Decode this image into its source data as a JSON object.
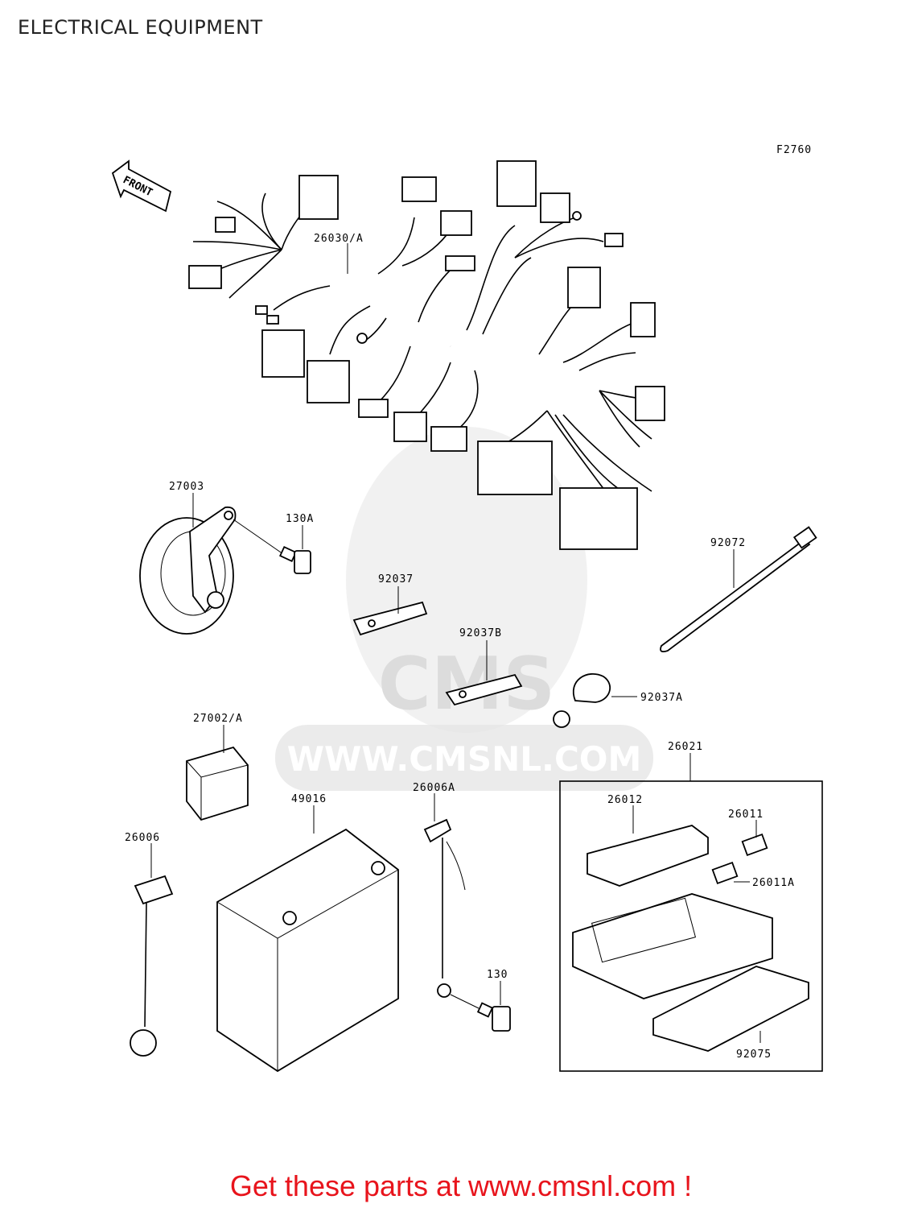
{
  "page": {
    "title": "ELECTRICAL EQUIPMENT",
    "figure_code": "F2760",
    "front_arrow_label": "FRONT",
    "footer": "Get these parts at www.cmsnl.com !",
    "watermark_text": "WWW.CMSNL.COM",
    "watermark_logo": "CMS",
    "footer_color": "#e8141c"
  },
  "parts": [
    {
      "id": "label-26030a",
      "text": "26030/A"
    },
    {
      "id": "label-27003",
      "text": "27003"
    },
    {
      "id": "label-130a",
      "text": "130A"
    },
    {
      "id": "label-92072",
      "text": "92072"
    },
    {
      "id": "label-92037",
      "text": "92037"
    },
    {
      "id": "label-92037b",
      "text": "92037B"
    },
    {
      "id": "label-92037a",
      "text": "92037A"
    },
    {
      "id": "label-27002a",
      "text": "27002/A"
    },
    {
      "id": "label-26021",
      "text": "26021"
    },
    {
      "id": "label-26012",
      "text": "26012"
    },
    {
      "id": "label-26011",
      "text": "26011"
    },
    {
      "id": "label-26011a",
      "text": "26011A"
    },
    {
      "id": "label-49016",
      "text": "49016"
    },
    {
      "id": "label-26006a",
      "text": "26006A"
    },
    {
      "id": "label-26006",
      "text": "26006"
    },
    {
      "id": "label-130",
      "text": "130"
    },
    {
      "id": "label-92075",
      "text": "92075"
    }
  ]
}
